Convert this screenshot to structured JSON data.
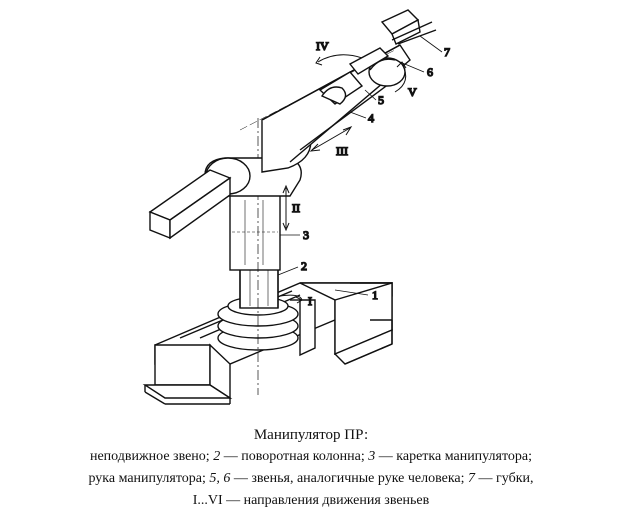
{
  "labels": {
    "n1": "1",
    "n2": "2",
    "n3": "3",
    "n4": "4",
    "n5": "5",
    "n6": "6",
    "n7": "7",
    "r1": "I",
    "r2": "II",
    "r3": "III",
    "r4": "IV",
    "r5": "V"
  },
  "caption": {
    "title": "Манипулятор ПР:",
    "line1_a": "неподвижное звено; ",
    "line1_b": "2",
    "line1_c": " — поворотная колонна; ",
    "line1_d": "3",
    "line1_e": " — каретка манипулятора;",
    "line2_a": "рука манипулятора; ",
    "line2_b": "5, 6",
    "line2_c": " — звенья, аналогичные руке человека; ",
    "line2_d": "7",
    "line2_e": " — губки,",
    "line3": "I...VI — направления движения звеньев"
  }
}
